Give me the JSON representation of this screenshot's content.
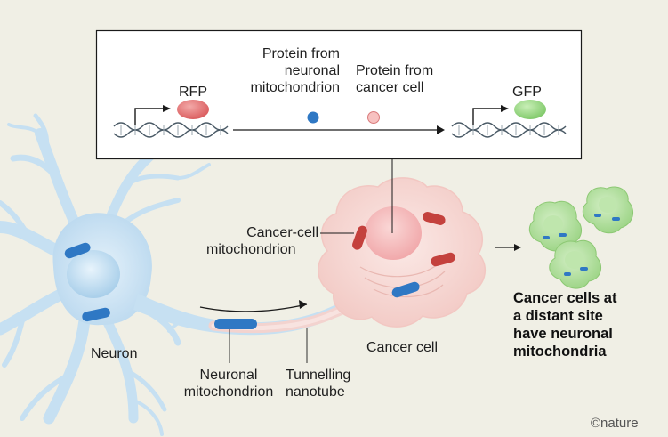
{
  "box": {
    "rfp": "RFP",
    "gfp": "GFP",
    "protein_neuronal": [
      "Protein from",
      "neuronal",
      "mitochondrion"
    ],
    "protein_cancer": [
      "Protein from",
      "cancer cell"
    ]
  },
  "labels": {
    "cancer_cell_mito": [
      "Cancer-cell",
      "mitochondrion"
    ],
    "neuron": "Neuron",
    "neuronal_mito": [
      "Neuronal",
      "mitochondrion"
    ],
    "nanotube": [
      "Tunnelling",
      "nanotube"
    ],
    "cancer_cell": "Cancer cell",
    "distant": [
      "Cancer cells at",
      "a distant site",
      "have neuronal",
      "mitochondria"
    ]
  },
  "credit": "©nature",
  "colors": {
    "background": "#f0efe5",
    "neuron": "#c6e0f2",
    "neuronal_mito": "#2f78c4",
    "cancer_cell": "#f7d9d6",
    "cancer_mito": "#c4413d",
    "rfp": "#e06f70",
    "gfp": "#8fd27a",
    "green_cells": "#a8dc90"
  }
}
